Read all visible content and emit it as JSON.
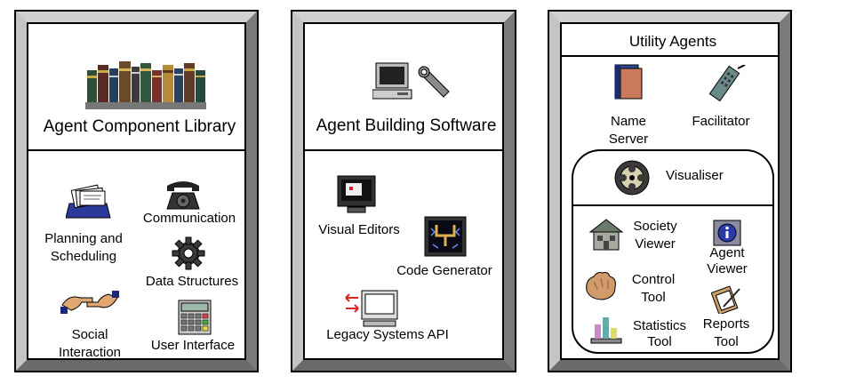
{
  "library": {
    "title": "Agent Component Library",
    "items": {
      "planning": [
        "Planning and",
        "Scheduling"
      ],
      "communication": "Communication",
      "data_structures": "Data Structures",
      "social": [
        "Social",
        "Interaction"
      ],
      "user_interface": "User Interface"
    }
  },
  "building": {
    "title": "Agent Building Software",
    "items": {
      "visual_editors": "Visual Editors",
      "code_generator": "Code Generator",
      "legacy": "Legacy Systems API"
    }
  },
  "utility": {
    "title": "Utility Agents",
    "name_server": [
      "Name",
      "Server"
    ],
    "facilitator": "Facilitator",
    "visualiser": "Visualiser",
    "society_viewer": [
      "Society",
      "Viewer"
    ],
    "agent_viewer": [
      "Agent",
      "Viewer"
    ],
    "control_tool": [
      "Control",
      "Tool"
    ],
    "statistics_tool": [
      "Statistics",
      "Tool"
    ],
    "reports_tool": [
      "Reports",
      "Tool"
    ]
  },
  "icons": [
    "books-icon",
    "rolodex-icon",
    "telephone-icon",
    "gear-icon",
    "pointing-hands-icon",
    "calculator-icon",
    "computer-icon",
    "wrench-icon",
    "monitor-icon",
    "code-generator-icon",
    "legacy-terminal-icon",
    "directory-book-icon",
    "remote-control-icon",
    "film-reel-icon",
    "house-icon",
    "info-icon",
    "hand-icon",
    "bar-chart-icon",
    "clipboard-icon"
  ]
}
